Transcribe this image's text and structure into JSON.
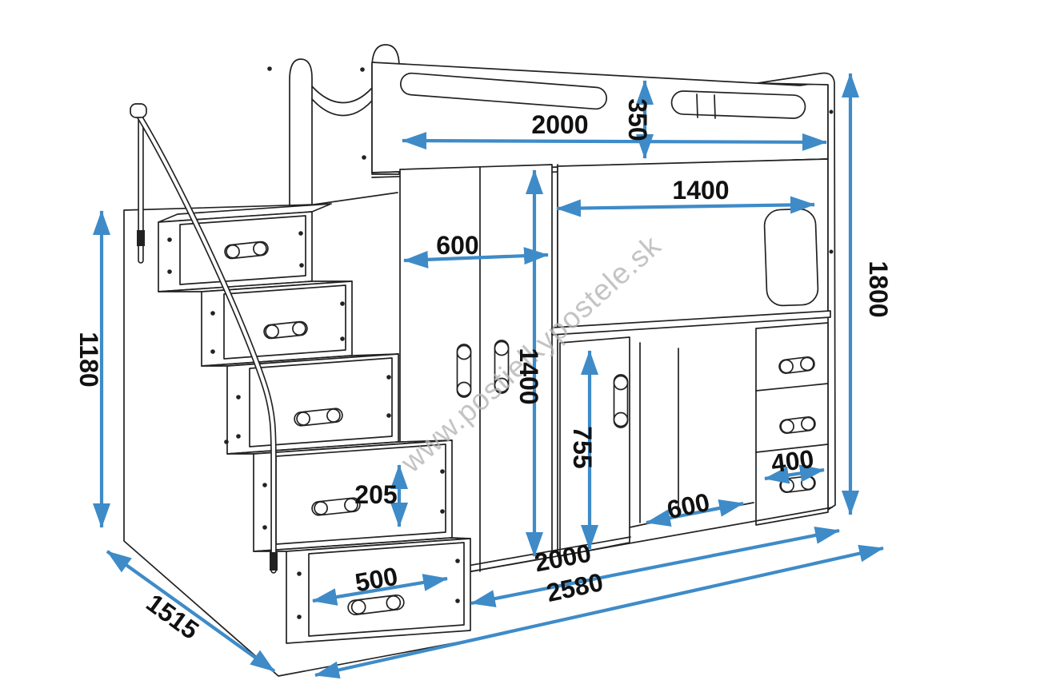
{
  "watermark": {
    "text": "www.postielkypostele.sk"
  },
  "colors": {
    "dimension_blue": "#3e8bc8",
    "line_dark": "#222222",
    "label_black": "#111111",
    "watermark_gray": "#b4b4b4",
    "background": "#ffffff"
  },
  "dimensions": {
    "bed_length_top": "2000",
    "guardrail_height": "350",
    "desk_niche_width": "1400",
    "wardrobe_width": "600",
    "wardrobe_height": "1400",
    "overall_height": "1800",
    "desk_height": "755",
    "step_rise": "205",
    "drawer_width": "400",
    "kneehole_width": "600",
    "step_drawer_width": "500",
    "bed_base_length": "2000",
    "overall_length": "2580",
    "overall_depth": "1515",
    "stairs_height": "1180"
  }
}
